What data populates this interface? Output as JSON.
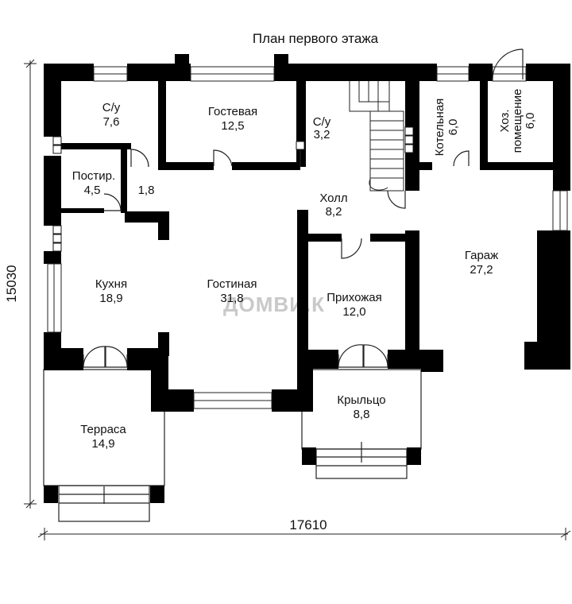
{
  "title": "План первого этажа",
  "dimensions": {
    "width": "17610",
    "height": "15030"
  },
  "watermark": "ДОМВИ.К",
  "rooms": {
    "wc1": {
      "name": "С/у",
      "area": "7,6"
    },
    "guest": {
      "name": "Гостевая",
      "area": "12,5"
    },
    "wc2": {
      "name": "С/у",
      "area": "3,2"
    },
    "boiler": {
      "name": "Котельная",
      "area": "6,0"
    },
    "utility": {
      "name_line1": "Хоз.",
      "name_line2": "помещение",
      "area": "6,0"
    },
    "laundry": {
      "name": "Постир.",
      "area": "4,5"
    },
    "corridor": {
      "area": "1,8"
    },
    "hall": {
      "name": "Холл",
      "area": "8,2"
    },
    "garage": {
      "name": "Гараж",
      "area": "27,2"
    },
    "kitchen": {
      "name": "Кухня",
      "area": "18,9"
    },
    "living": {
      "name": "Гостиная",
      "area": "31,8"
    },
    "entry": {
      "name": "Прихожая",
      "area": "12,0"
    },
    "porch": {
      "name": "Крыльцо",
      "area": "8,8"
    },
    "terrace": {
      "name": "Терраса",
      "area": "14,9"
    }
  },
  "colors": {
    "wall": "#000000",
    "line": "#222222",
    "watermark": "#c9c9c9"
  }
}
